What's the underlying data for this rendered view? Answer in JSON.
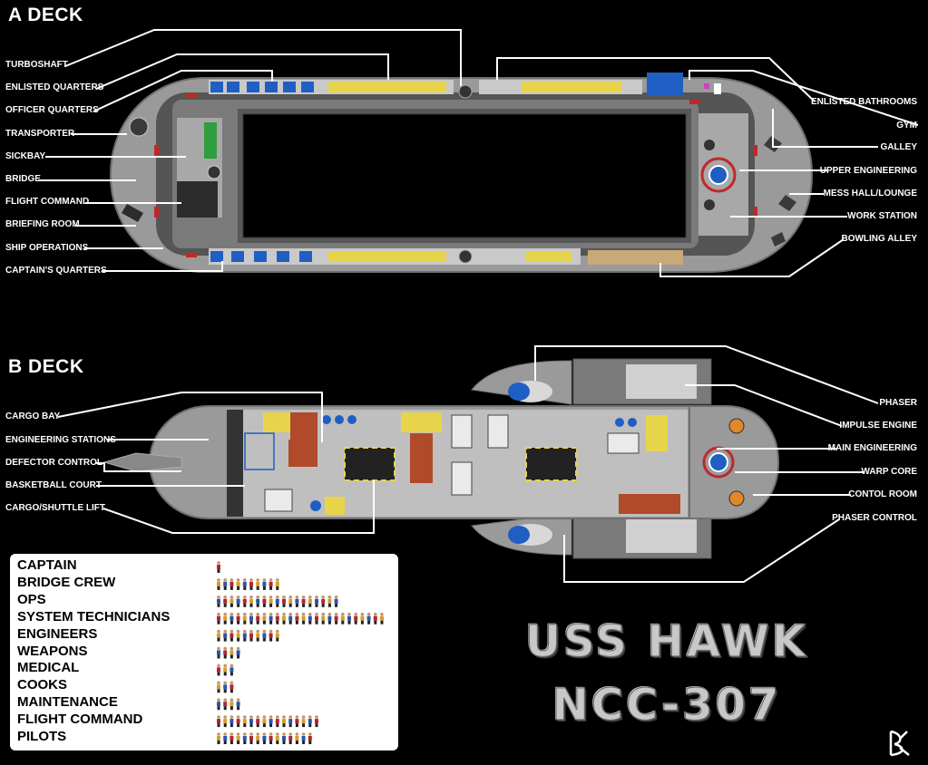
{
  "decks": {
    "a": {
      "title": "A DECK",
      "left_labels": [
        "TURBOSHAFT",
        "ENLISTED QUARTERS",
        "OFFICER QUARTERS",
        "TRANSPORTER",
        "SICKBAY",
        "BRIDGE",
        "FLIGHT COMMAND",
        "BRIEFING ROOM",
        "SHIP OPERATIONS",
        "CAPTAIN'S QUARTERS"
      ],
      "right_labels": [
        "ENLISTED BATHROOMS",
        "GYM",
        "GALLEY",
        "UPPER ENGINEERING",
        "MESS HALL/LOUNGE",
        "WORK STATION",
        "BOWLING ALLEY"
      ]
    },
    "b": {
      "title": "B DECK",
      "left_labels": [
        "CARGO BAY",
        "ENGINEERING STATIONS",
        "DEFECTOR CONTROL",
        "BASKETBALL COURT",
        "CARGO/SHUTTLE LIFT"
      ],
      "right_labels": [
        "PHASER",
        "IMPULSE ENGINE",
        "MAIN ENGINEERING",
        "WARP CORE",
        "CONTOL ROOM",
        "PHASER CONTROL"
      ]
    }
  },
  "crew_roster": [
    {
      "role": "CAPTAIN",
      "count": 1
    },
    {
      "role": "BRIDGE CREW",
      "count": 10
    },
    {
      "role": "OPS",
      "count": 19
    },
    {
      "role": "SYSTEM TECHNICIANS",
      "count": 26
    },
    {
      "role": "ENGINEERS",
      "count": 10
    },
    {
      "role": "WEAPONS",
      "count": 4
    },
    {
      "role": "MEDICAL",
      "count": 3
    },
    {
      "role": "COOKS",
      "count": 3
    },
    {
      "role": "MAINTENANCE",
      "count": 4
    },
    {
      "role": "FLIGHT COMMAND",
      "count": 16
    },
    {
      "role": "PILOTS",
      "count": 15
    }
  ],
  "ship": {
    "name": "USS HAWK",
    "registry": "NCC-307"
  },
  "colors": {
    "background": "#000000",
    "hull": "#9a9a9a",
    "corridor": "#555555",
    "door_red": "#c0272d",
    "blue": "#1f5fc4",
    "yellow": "#e8d44a",
    "crate": "#b04a2a",
    "orange": "#e0882a",
    "uniform_gold": "#d4a02a",
    "uniform_red": "#b8252b",
    "uniform_blue": "#2856b0"
  }
}
